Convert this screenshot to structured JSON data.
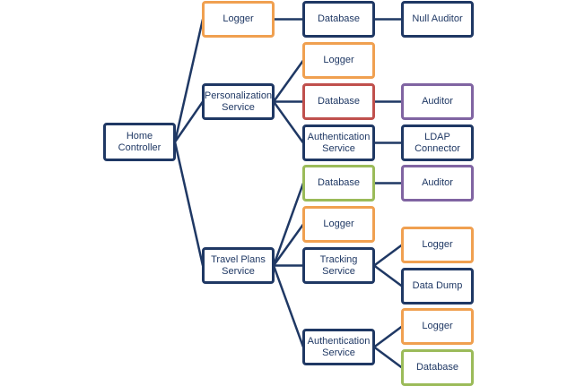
{
  "colors": {
    "navy": "#1f3864",
    "orange": "#f0a050",
    "red": "#c0504d",
    "purple": "#8064a2",
    "green": "#9bbb59",
    "background": "#ffffff"
  },
  "nodes": [
    {
      "id": "home",
      "label": "Home\nController",
      "color": "navy"
    },
    {
      "id": "logger1",
      "label": "Logger",
      "color": "orange"
    },
    {
      "id": "db1",
      "label": "Database",
      "color": "navy"
    },
    {
      "id": "nullauditor",
      "label": "Null Auditor",
      "color": "navy"
    },
    {
      "id": "personalization",
      "label": "Personalization\nService",
      "color": "navy"
    },
    {
      "id": "logger2",
      "label": "Logger",
      "color": "orange"
    },
    {
      "id": "db2",
      "label": "Database",
      "color": "red"
    },
    {
      "id": "auditor1",
      "label": "Auditor",
      "color": "purple"
    },
    {
      "id": "auth1",
      "label": "Authentication\nService",
      "color": "navy"
    },
    {
      "id": "ldap",
      "label": "LDAP\nConnector",
      "color": "navy"
    },
    {
      "id": "db3",
      "label": "Database",
      "color": "green"
    },
    {
      "id": "auditor2",
      "label": "Auditor",
      "color": "purple"
    },
    {
      "id": "travel",
      "label": "Travel Plans\nService",
      "color": "navy"
    },
    {
      "id": "logger3",
      "label": "Logger",
      "color": "orange"
    },
    {
      "id": "tracking",
      "label": "Tracking\nService",
      "color": "navy"
    },
    {
      "id": "logger4",
      "label": "Logger",
      "color": "orange"
    },
    {
      "id": "datadump",
      "label": "Data Dump",
      "color": "navy"
    },
    {
      "id": "auth2",
      "label": "Authentication\nService",
      "color": "navy"
    },
    {
      "id": "logger5",
      "label": "Logger",
      "color": "orange"
    },
    {
      "id": "db4",
      "label": "Database",
      "color": "green"
    }
  ],
  "edges": [
    [
      "home",
      "logger1"
    ],
    [
      "home",
      "personalization"
    ],
    [
      "home",
      "travel"
    ],
    [
      "logger1",
      "db1"
    ],
    [
      "db1",
      "nullauditor"
    ],
    [
      "personalization",
      "logger2"
    ],
    [
      "personalization",
      "db2"
    ],
    [
      "personalization",
      "auth1"
    ],
    [
      "db2",
      "auditor1"
    ],
    [
      "auth1",
      "ldap"
    ],
    [
      "travel",
      "db3"
    ],
    [
      "travel",
      "logger3"
    ],
    [
      "travel",
      "tracking"
    ],
    [
      "travel",
      "auth2"
    ],
    [
      "db3",
      "auditor2"
    ],
    [
      "tracking",
      "logger4"
    ],
    [
      "tracking",
      "datadump"
    ],
    [
      "auth2",
      "logger5"
    ],
    [
      "auth2",
      "db4"
    ]
  ]
}
